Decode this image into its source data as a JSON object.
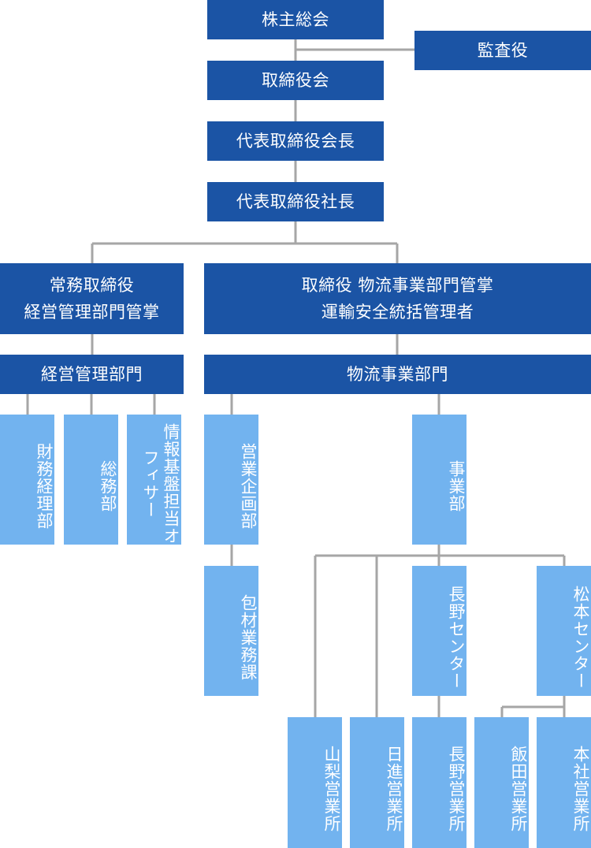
{
  "colors": {
    "dark": "#1b54a5",
    "light": "#72b3ef",
    "line": "#a6a6a6"
  },
  "top": {
    "shareholders": "株主総会",
    "auditor": "監査役",
    "board": "取締役会",
    "chairman": "代表取締役会長",
    "president": "代表取締役社長"
  },
  "executives": {
    "managing_line1": "常務取締役",
    "managing_line2": "経営管理部門管掌",
    "logistics_line1": "取締役 物流事業部門管掌",
    "logistics_line2": "運輸安全統括管理者"
  },
  "divisions": {
    "management": "経営管理部門",
    "logistics": "物流事業部門"
  },
  "departments": {
    "finance": "財務経理部",
    "general_affairs": "総務部",
    "it_officer": "情報基盤担当オフィサー",
    "sales_planning": "営業企画部",
    "packaging": "包材業務課",
    "business": "事業部"
  },
  "centers": {
    "nagano": "長野センター",
    "matsumoto": "松本センター"
  },
  "offices": {
    "yamanashi": "山梨営業所",
    "nisshin": "日進営業所",
    "nagano": "長野営業所",
    "iida": "飯田営業所",
    "head": "本社営業所"
  }
}
